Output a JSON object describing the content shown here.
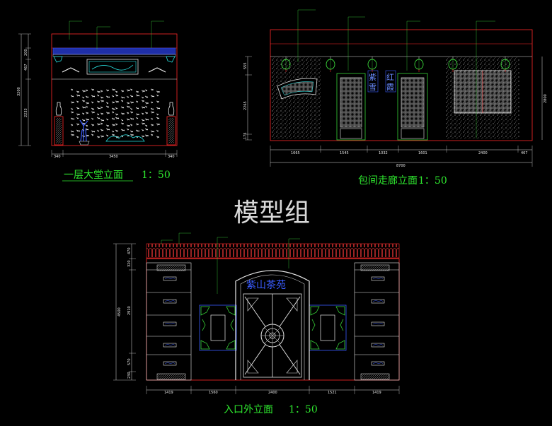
{
  "watermark": "模型组",
  "views": {
    "lobby": {
      "title": "一层大堂立面",
      "scale": "1：50",
      "height_dims": [
        "200",
        "467",
        "3200",
        "2233"
      ],
      "width_dims": [
        "340",
        "3450",
        "340"
      ]
    },
    "corridor": {
      "title": "包间走廊立面",
      "scale": "1：50",
      "height_dims": [
        "555",
        "2265",
        "175",
        "2800"
      ],
      "width_dims": [
        "1665",
        "1545",
        "1032",
        "1601",
        "2400",
        "467"
      ],
      "total_width": "8700",
      "door_signs": [
        "紫",
        "雪",
        "红",
        "霞"
      ]
    },
    "entrance": {
      "title": "入口外立面",
      "scale": "1：50",
      "height_dims": [
        "470",
        "320",
        "4500",
        "2910",
        "570",
        "230"
      ],
      "width_dims": [
        "1419",
        "1560",
        "2400",
        "1521",
        "1419"
      ],
      "sign_text": "紫山茶苑"
    }
  },
  "colors": {
    "background": "#000000",
    "wall_outline": "#ff2a2a",
    "fixture": "#e6e6e6",
    "text": "#2ee62e",
    "accent_cyan": "#27e0e0",
    "accent_blue": "#3a5cff",
    "accent_green": "#39d439"
  }
}
